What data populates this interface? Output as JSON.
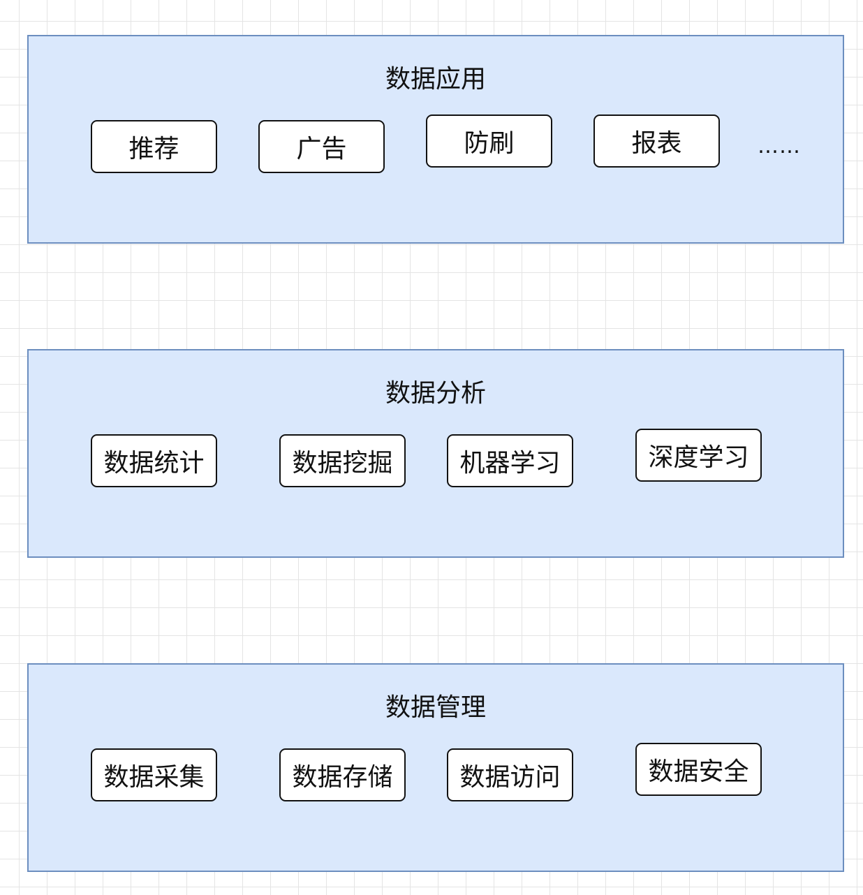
{
  "layers": [
    {
      "title": "数据应用",
      "items": [
        "推荐",
        "广告",
        "防刷",
        "报表"
      ],
      "more": "……"
    },
    {
      "title": "数据分析",
      "items": [
        "数据统计",
        "数据挖掘",
        "机器学习",
        "深度学习"
      ]
    },
    {
      "title": "数据管理",
      "items": [
        "数据采集",
        "数据存储",
        "数据访问",
        "数据安全"
      ]
    }
  ],
  "colors": {
    "layer_fill": "#dae8fc",
    "layer_border": "#6c8ebf",
    "node_fill": "#ffffff",
    "node_border": "#111111"
  }
}
